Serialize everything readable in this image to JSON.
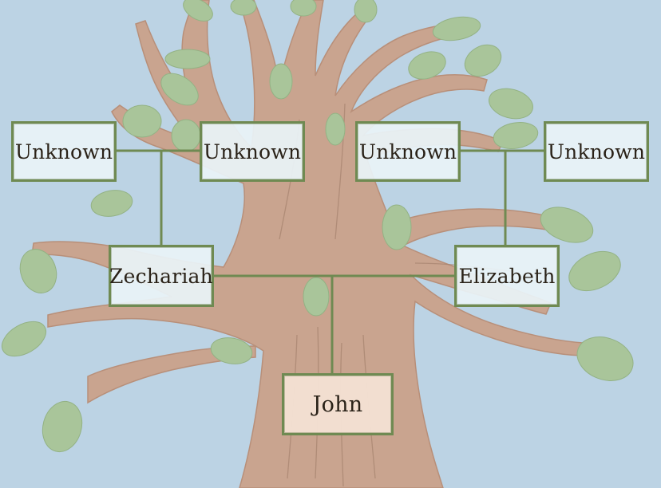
{
  "nodes": {
    "grandparent_1": "Unknown",
    "grandparent_2": "Unknown",
    "grandparent_3": "Unknown",
    "grandparent_4": "Unknown",
    "father": "Zechariah",
    "mother": "Elizabeth",
    "child": "John"
  },
  "colors": {
    "sky": "#bcd3e4",
    "trunk": "#c9a48f",
    "leaf": "#a9c59a",
    "connector": "#6f8a52",
    "box_blue": "#eaf3f8",
    "box_peach": "#f4e2d4"
  }
}
